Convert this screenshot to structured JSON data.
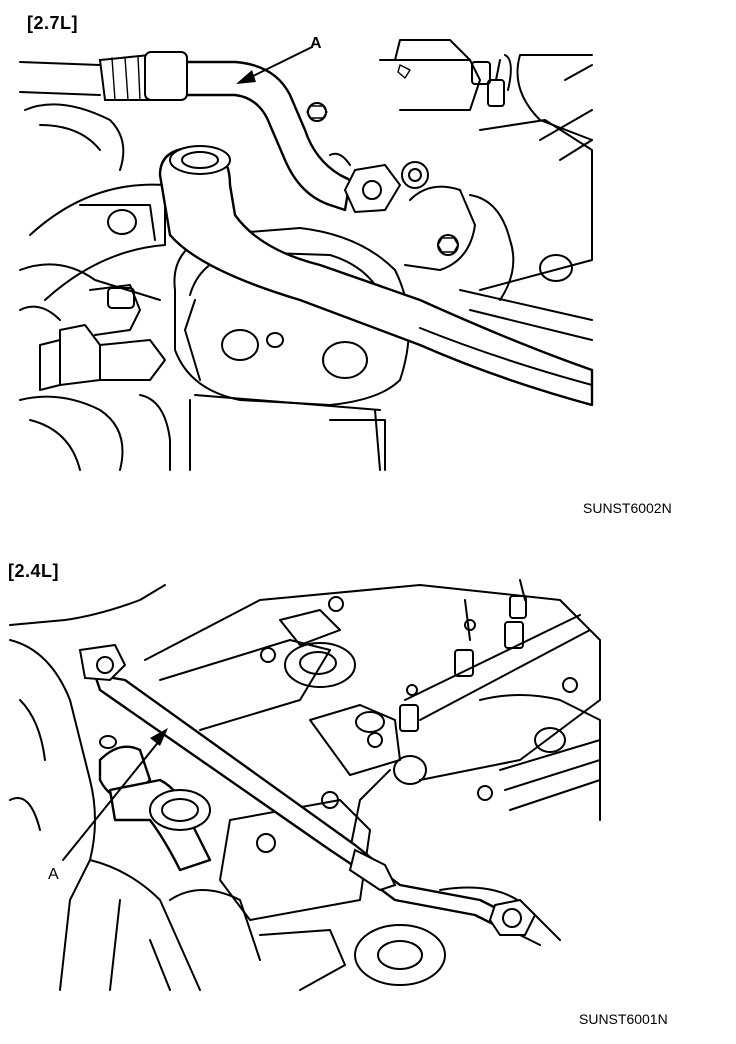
{
  "top_panel": {
    "engine_label": "[2.7L]",
    "callout": "A",
    "figure_code": "SUNST6002N"
  },
  "bottom_panel": {
    "engine_label": "[2.4L]",
    "callout": "A",
    "figure_code": "SUNST6001N"
  },
  "colors": {
    "ink": "#000000",
    "background": "#ffffff"
  }
}
